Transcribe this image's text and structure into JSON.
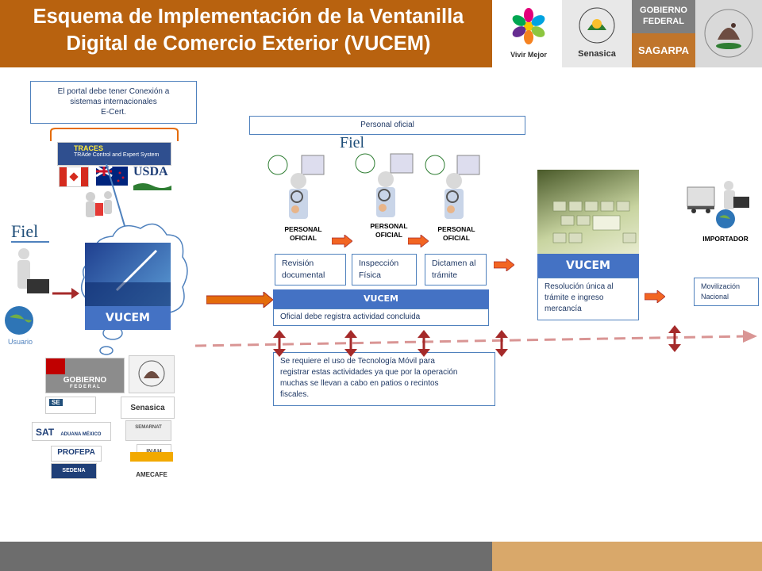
{
  "header": {
    "title_line1": "Esquema de Implementación de la Ventanilla",
    "title_line2": "Digital de Comercio Exterior (VUCEM)"
  },
  "logos": {
    "vivir_mejor": "Vivir Mejor",
    "senasica": "Senasica",
    "gobierno_federal_1": "GOBIERNO",
    "gobierno_federal_2": "FEDERAL",
    "sagarpa": "SAGARPA"
  },
  "portal_note": {
    "line1": "El portal debe tener Conexión a",
    "line2": "sistemas internacionales",
    "line3": "E-Cert."
  },
  "intl_logos": {
    "traces": "TRACES",
    "traces_sub": "TRAde Control and Expert System",
    "usda": "USDA"
  },
  "left": {
    "fiel": "Fiel",
    "usuario": "Usuario",
    "vucem_cloud": "VUCEM"
  },
  "agency_logos": [
    "GOBIERNO",
    "F E D E R A L",
    "SE",
    "Senasica",
    "SAT",
    "ADUANA MÉXICO",
    "SEMARNAT",
    "INAH",
    "PROFEPA",
    "SEDENA",
    "AMECAFE"
  ],
  "personal_oficial_header": "Personal oficial",
  "fiel_center": "Fiel",
  "officers": [
    {
      "label_line1": "PERSONAL",
      "label_line2": "OFICIAL"
    },
    {
      "label_line1": "PERSONAL",
      "label_line2": "OFICIAL"
    },
    {
      "label_line1": "PERSONAL",
      "label_line2": "OFICIAL"
    }
  ],
  "steps": [
    {
      "line1": "Revisión",
      "line2": "documental"
    },
    {
      "line1": "Inspección",
      "line2": "Física"
    },
    {
      "line1": "Dictamen al",
      "line2": "trámite"
    }
  ],
  "vucem_bar_center": "VUCEM",
  "oficial_registra": "Oficial debe registra actividad concluida",
  "tecnologia_movil": {
    "line1": "Se requiere  el uso de Tecnología Móvil para",
    "line2": "registrar estas actividades ya que por la operación",
    "line3": "muchas se llevan a cabo en patios o recintos",
    "line4": "fiscales."
  },
  "vucem_right": "VUCEM",
  "resolucion": {
    "line1": "Resolución única al",
    "line2": "trámite e ingreso",
    "line3": "mercancía"
  },
  "importador": "IMPORTADOR",
  "movilizacion": {
    "line1": "Movilización",
    "line2": "Nacional"
  },
  "colors": {
    "header": "#b8620f",
    "footer_gray": "#6d6d6d",
    "footer_tan": "#d9a86a",
    "box_border": "#4f81bd",
    "vucem_blue": "#4472c4",
    "arrow_orange": "#f26522",
    "dashed_red": "#d99594",
    "dark_red": "#a52a2a"
  }
}
